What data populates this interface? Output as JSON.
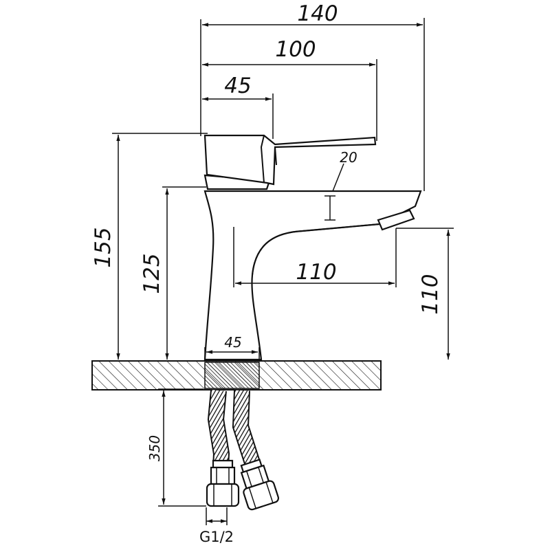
{
  "dimensions": {
    "width_total": "140",
    "width_handle": "100",
    "width_lever": "45",
    "spout_thickness": "20",
    "spout_reach": "110",
    "spout_height": "110",
    "total_height": "155",
    "body_height": "125",
    "base_width": "45",
    "hose_length": "350",
    "thread": "G1/2"
  }
}
